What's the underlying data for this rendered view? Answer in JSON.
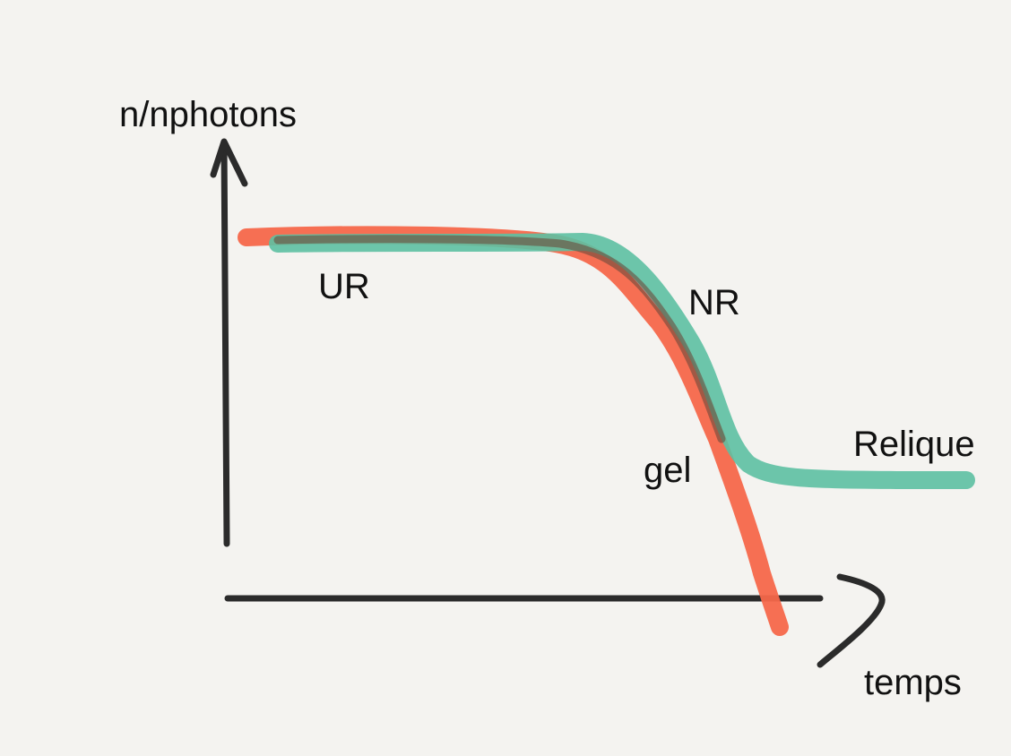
{
  "axes": {
    "y_label": "n/nphotons",
    "x_label": "temps"
  },
  "labels": {
    "ur": "UR",
    "nr": "NR",
    "gel": "gel",
    "relique": "Relique"
  },
  "colors": {
    "background": "#f4f3f0",
    "axis": "#2b2b2b",
    "text": "#111111",
    "gel_curve": "#f5674a",
    "relic_curve": "#5dc0a2"
  }
}
